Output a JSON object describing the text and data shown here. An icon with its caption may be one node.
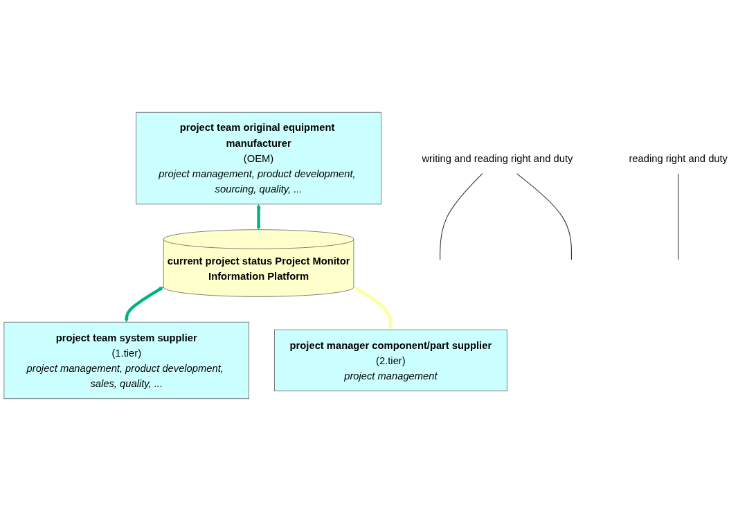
{
  "diagram": {
    "nodes": [
      {
        "text": [
          "project team original equipment manufacturer",
          "(OEM)",
          "project management, product development, sourcing, quality, ..."
        ]
      },
      {
        "text": [
          "writing and reading right and duty"
        ]
      },
      {
        "text": [
          "current project status Project Monitor",
          "Information Platform"
        ]
      },
      {
        "text": [
          "reading right and duty"
        ]
      },
      {
        "text": [
          "project team system supplier",
          "(1.tier)",
          "project management, product development, sales, quality, ..."
        ]
      },
      {
        "text": [
          "project manager component/part supplier",
          "(2.tier)",
          "project management"
        ]
      }
    ],
    "edges": [
      {
        "from": 0,
        "to": 2,
        "arrow": "both",
        "style": "thick",
        "color": "#00b386"
      },
      {
        "from": 2,
        "to": 4,
        "arrow": "both",
        "style": "thick",
        "color": "#00b386"
      },
      {
        "from": 2,
        "to": 5,
        "arrow": "both",
        "style": "thick",
        "color": "#ffff99"
      },
      {
        "from": 1,
        "to": null,
        "arrow": "none"
      },
      {
        "from": 1,
        "to": null,
        "arrow": "none"
      },
      {
        "from": 3,
        "to": null,
        "arrow": "none"
      }
    ]
  }
}
